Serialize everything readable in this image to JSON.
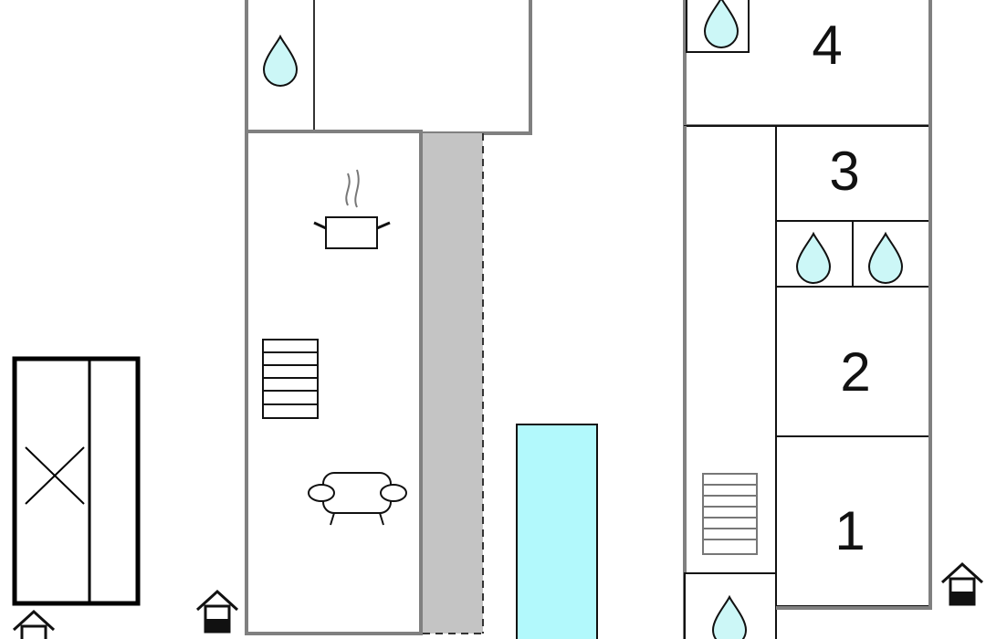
{
  "colors": {
    "wall": "#808080",
    "wall_dark": "#000000",
    "water": "#ccf7f7",
    "pool": "#b2f9fc",
    "terrace": "#c4c4c4",
    "background": "#ffffff"
  },
  "icons": {
    "bathroom": "water-drop-icon",
    "kitchen": "cooking-pot-icon",
    "living": "sofa-icon",
    "stairs": "stairs-icon",
    "entrance": "entrance-house-icon",
    "parking": "carport-icon"
  },
  "bedrooms": {
    "room_1": "1",
    "room_2": "2",
    "room_3": "3",
    "room_4": "4"
  }
}
